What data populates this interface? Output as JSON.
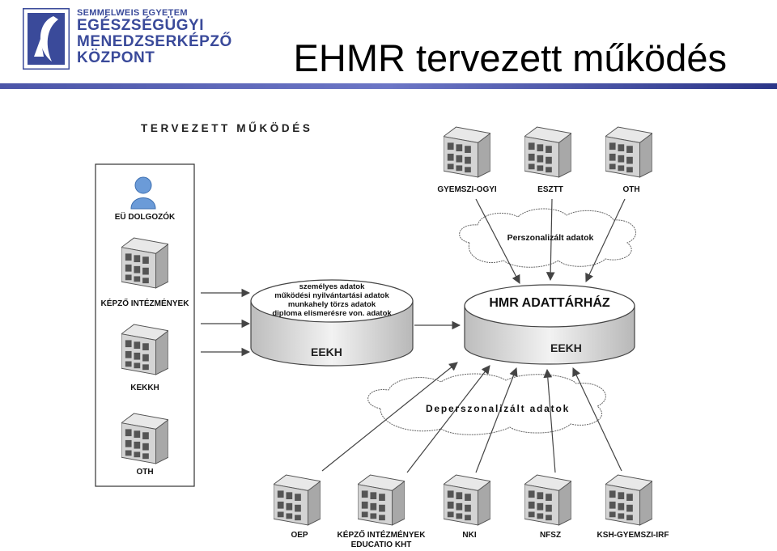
{
  "header": {
    "logo_lines": [
      "SEMMELWEIS EGYETEM",
      "EGÉSZSÉGÜGYI",
      "MENEDZSERKÉPZŐ",
      "KÖZPONT"
    ],
    "title": "EHMR tervezett működés"
  },
  "diagram": {
    "heading": "TERVEZETT MŰKÖDÉS",
    "left_panel": {
      "person_label": "EÜ DOLGOZÓK",
      "servers": [
        "KÉPZŐ INTÉZMÉNYEK",
        "KEKKH",
        "OTH"
      ]
    },
    "left_db": {
      "lines": [
        "személyes adatok",
        "működési nyilvántartási adatok",
        "munkahely törzs adatok",
        "diploma elismerésre von. adatok"
      ],
      "label": "EEKH"
    },
    "right_db": {
      "title": "HMR ADATTÁRHÁZ",
      "label": "EEKH"
    },
    "top_servers": [
      "GYEMSZI-OGYI",
      "ESZTT",
      "OTH"
    ],
    "top_cloud": "Perszonalizált adatok",
    "bottom_cloud": "Deperszonalizált adatok",
    "bottom_servers": [
      "OEP",
      "KÉPZŐ INTÉZMÉNYEK",
      "NKI",
      "NFSZ",
      "KSH-GYEMSZI-IRF"
    ],
    "bottom_server_sub": "EDUCATIO KHT"
  },
  "colors": {
    "brand": "#3a4a9a",
    "rule": "#4b55a8"
  }
}
